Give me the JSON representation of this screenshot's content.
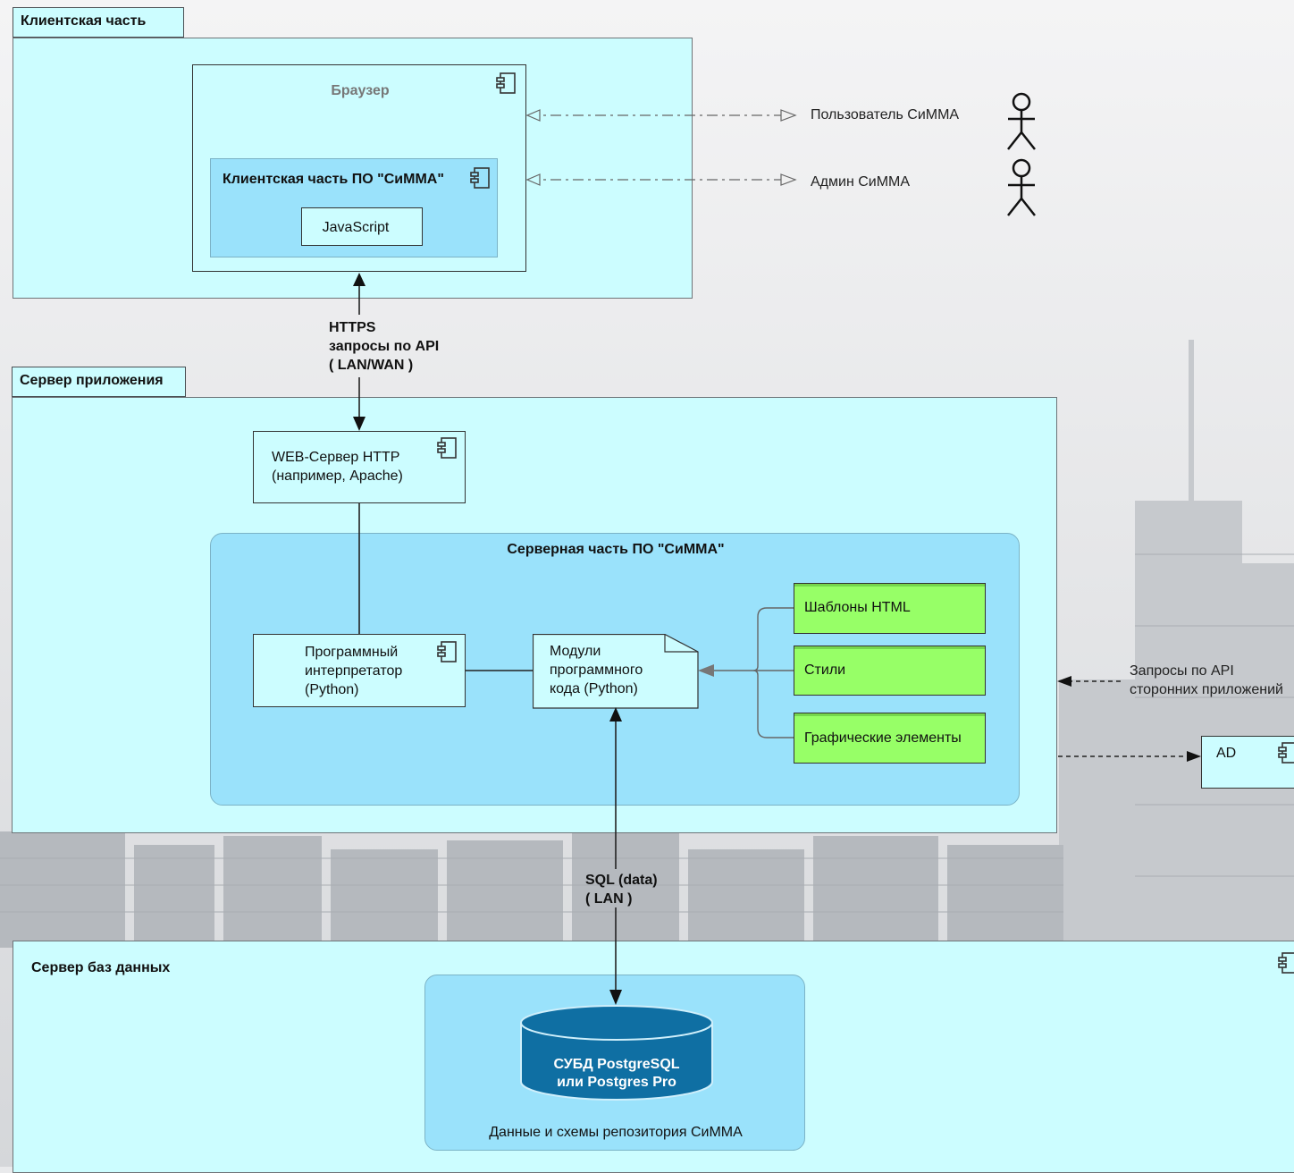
{
  "client": {
    "tab": "Клиентская часть",
    "browser_title": "Браузер",
    "client_sw_title": "Клиентская часть ПО \"СиММА\"",
    "js": "JavaScript",
    "user_label": "Пользователь СиММА",
    "admin_label": "Админ СиММА"
  },
  "link_https": [
    "HTTPS",
    "запросы по API",
    "( LAN/WAN )"
  ],
  "app": {
    "tab": "Сервер приложения",
    "web_server": [
      "WEB-Сервер HTTP",
      "(например, Apache)"
    ],
    "server_sw_title": "Серверная часть ПО \"СиММА\"",
    "interpreter": [
      "Программный",
      "интерпретатор",
      "(Python)"
    ],
    "modules": [
      "Модули",
      "программного",
      "кода (Python)"
    ],
    "templates": "Шаблоны HTML",
    "styles": "Стили",
    "graphics": "Графические элементы",
    "api_requests": [
      "Запросы по API",
      "сторонних приложений"
    ],
    "ad": "AD"
  },
  "link_sql": [
    "SQL (data)",
    "( LAN )"
  ],
  "db": {
    "title": "Сервер баз данных",
    "dbms": [
      "СУБД PostgreSQL",
      "или Postgres Pro"
    ],
    "repo": "Данные и схемы репозитория СиММА"
  }
}
